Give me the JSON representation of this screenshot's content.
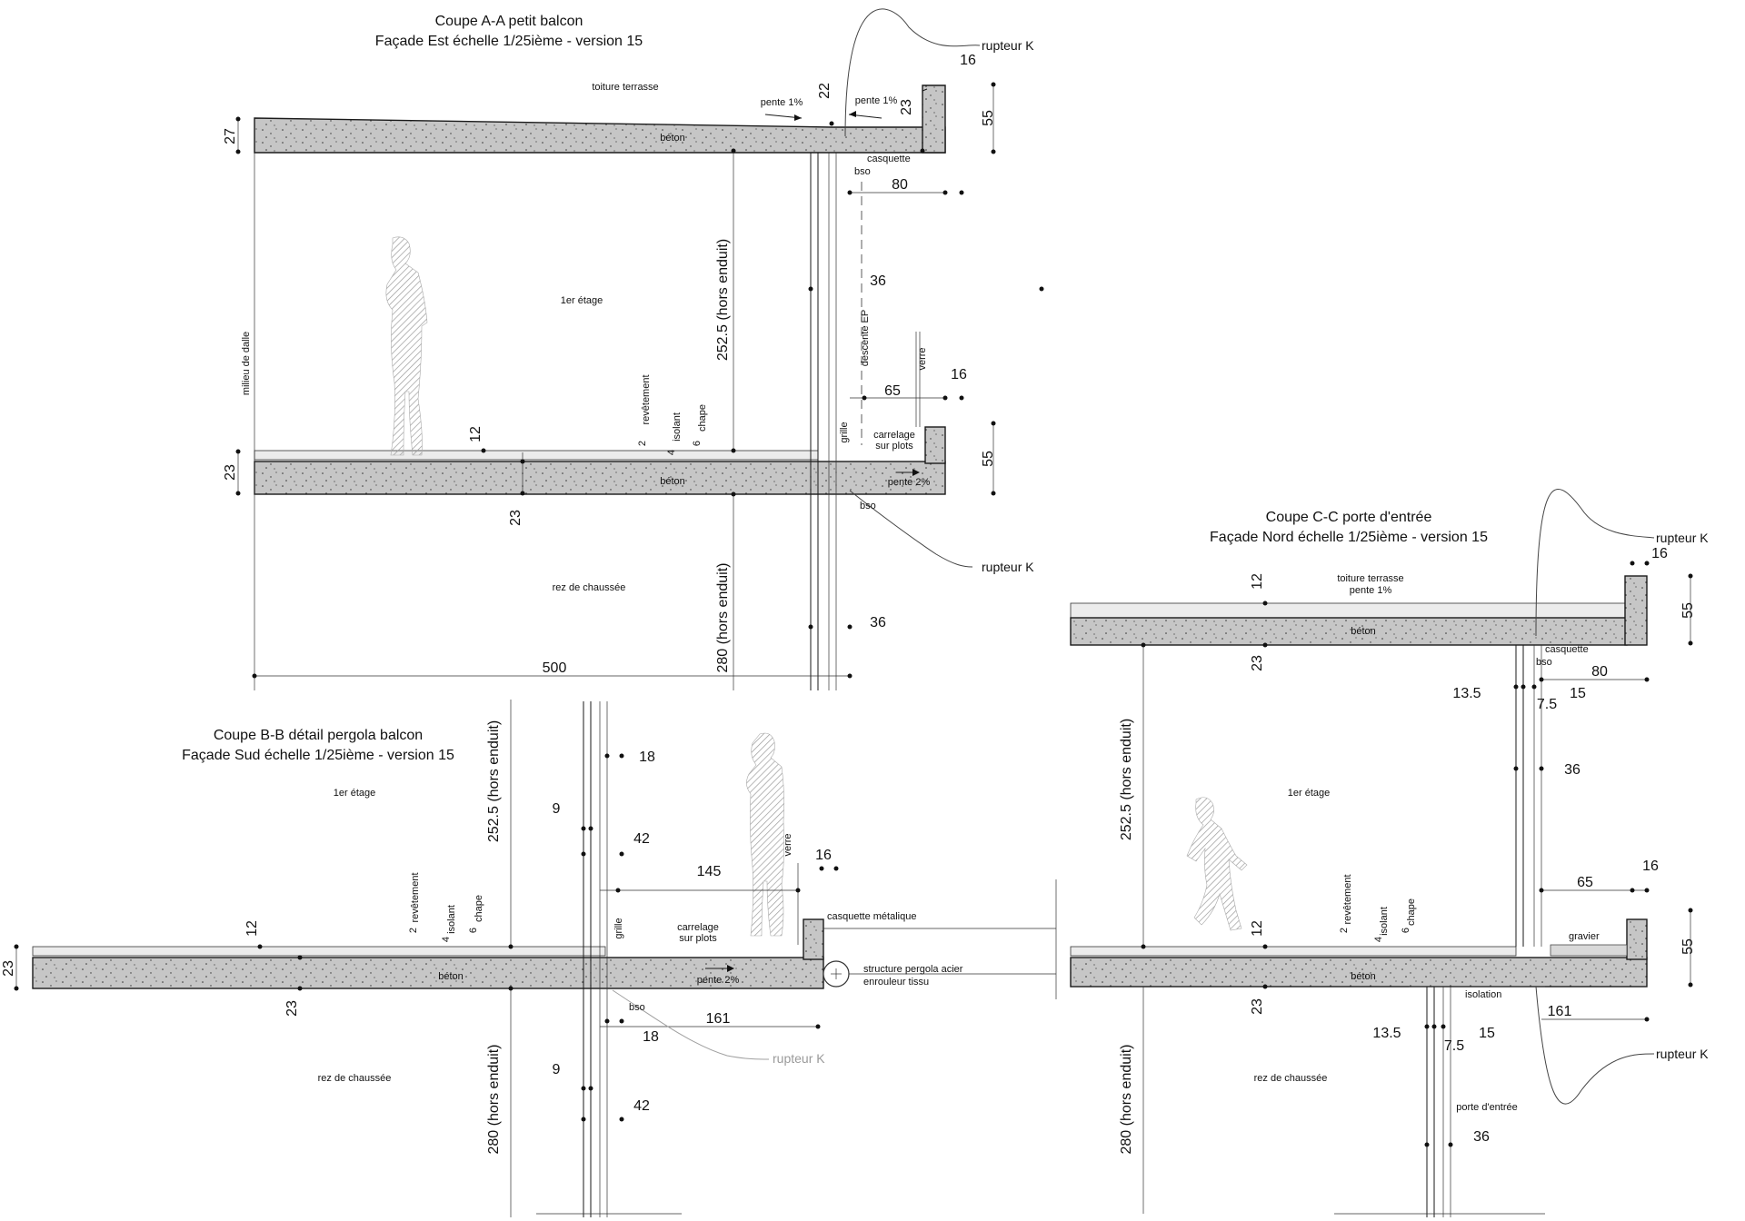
{
  "section_aa": {
    "title": "Coupe A-A  petit balcon",
    "subtitle": "Façade Est échelle 1/25ième  -  version 15",
    "labels": {
      "toiture": "toiture terrasse",
      "beton_top": "béton",
      "beton_bottom": "béton",
      "etage": "1er étage",
      "rdc": "rez de chaussée",
      "milieu": "milieu de dalle",
      "casquette": "casquette",
      "bso_top": "bso",
      "bso_bottom": "bso",
      "descente": "descente EP",
      "verre": "verre",
      "grille": "grille",
      "carrelage": "carrelage",
      "sur_plots": "sur plots",
      "revetement": "revêtement",
      "isolant": "isolant",
      "chape": "chape",
      "pente_left": "pente 1%",
      "pente_right": "pente 1%",
      "pente_2": "pente 2%",
      "hors_enduit_1": "252.5 (hors enduit)",
      "hors_enduit_2": "280 (hors enduit)",
      "rupteur_top": "rupteur K",
      "rupteur_bottom": "rupteur K"
    },
    "dims": {
      "d27": "27",
      "d22": "22",
      "d23a": "23",
      "d16a": "16",
      "d55a": "55",
      "d80": "80",
      "d36a": "36",
      "d16b": "16",
      "d65": "65",
      "d55b": "55",
      "d12": "12",
      "d23b": "23",
      "d23c": "23",
      "d36b": "36",
      "d500": "500",
      "n2": "2",
      "n4": "4",
      "n6": "6"
    }
  },
  "section_bb": {
    "title": "Coupe B-B  détail pergola balcon",
    "subtitle": "Façade Sud échelle 1/25ième  -  version 15",
    "labels": {
      "etage": "1er étage",
      "rdc": "rez de chaussée",
      "beton": "béton",
      "grille": "grille",
      "carrelage": "carrelage",
      "sur_plots": "sur plots",
      "verre": "verre",
      "casquette": "casquette métalique",
      "structure1": "structure pergola acier",
      "structure2": "enrouleur tissu",
      "pente": "pente 2%",
      "bso": "bso",
      "revetement": "revêtement",
      "isolant": "isolant",
      "chape": "chape",
      "hors_enduit_1": "252.5 (hors enduit)",
      "hors_enduit_2": "280 (hors enduit)",
      "rupteur": "rupteur K"
    },
    "dims": {
      "d18a": "18",
      "d9a": "9",
      "d42a": "42",
      "d145": "145",
      "d16": "16",
      "d12": "12",
      "d23a": "23",
      "d23b": "23",
      "d161": "161",
      "d18b": "18",
      "d9b": "9",
      "d42b": "42",
      "n2": "2",
      "n4": "4",
      "n6": "6"
    }
  },
  "section_cc": {
    "title": "Coupe C-C  porte d'entrée",
    "subtitle": "Façade Nord échelle 1/25ième  -  version 15",
    "labels": {
      "toiture": "toiture terrasse",
      "pente": "pente 1%",
      "beton_top": "béton",
      "beton_bottom": "béton",
      "casquette": "casquette",
      "bso": "bso",
      "etage": "1er étage",
      "rdc": "rez de chaussée",
      "gravier": "gravier",
      "isolation": "isolation",
      "porte": "porte d'entrée",
      "revetement": "revêtement",
      "isolant": "isolant",
      "chape": "chape",
      "hors_enduit_1": "252.5 (hors enduit)",
      "hors_enduit_2": "280 (hors enduit)",
      "rupteur_top": "rupteur K",
      "rupteur_bottom": "rupteur K"
    },
    "dims": {
      "d16a": "16",
      "d12a": "12",
      "d55a": "55",
      "d23a": "23",
      "d80": "80",
      "d135a": "13.5",
      "d75a": "7.5",
      "d15a": "15",
      "d36a": "36",
      "d65": "65",
      "d16b": "16",
      "d12b": "12",
      "d55b": "55",
      "d23b": "23",
      "d161": "161",
      "d135b": "13.5",
      "d75b": "7.5",
      "d15b": "15",
      "d36b": "36",
      "n2": "2",
      "n4": "4",
      "n6": "6"
    }
  }
}
